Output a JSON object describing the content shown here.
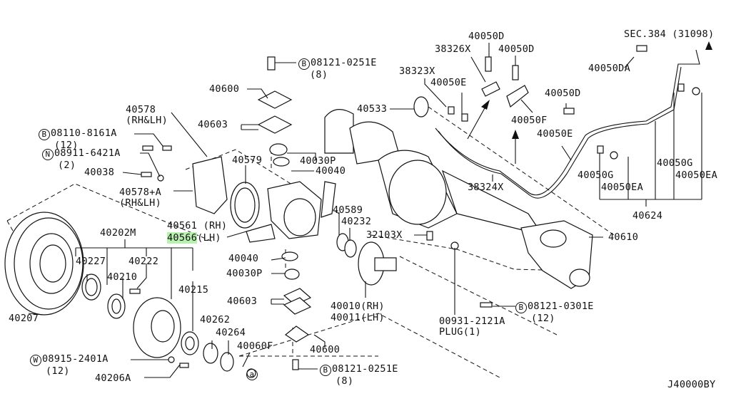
{
  "diagram": {
    "title": "Front Axle Exploded Parts Diagram",
    "diagram_code": "J40000BY",
    "highlight_color": "#b9f0b0",
    "callouts": {
      "p08121_0251E_top": {
        "prefix": "B",
        "part": "08121-0251E",
        "qty": "(8)"
      },
      "p40600_top": {
        "part": "40600"
      },
      "p40578": {
        "part": "40578",
        "note": "(RH&LH)"
      },
      "p40603_top": {
        "part": "40603"
      },
      "p08110_8161A": {
        "prefix": "B",
        "part": "08110-8161A",
        "qty": "(12)"
      },
      "p08911_6421A": {
        "prefix": "N",
        "part": "08911-6421A",
        "qty": "(2)"
      },
      "p40038": {
        "part": "40038"
      },
      "p40579": {
        "part": "40579"
      },
      "p40030P_top": {
        "part": "40030P"
      },
      "p40040_top": {
        "part": "40040"
      },
      "p40578A": {
        "part": "40578+A",
        "note": "(RH&LH)"
      },
      "p40533": {
        "part": "40533"
      },
      "p38323X": {
        "part": "38323X"
      },
      "p40050E_top": {
        "part": "40050E"
      },
      "p38326X": {
        "part": "38326X"
      },
      "p40050D_a": {
        "part": "40050D"
      },
      "p40050D_b": {
        "part": "40050D"
      },
      "p40050F": {
        "part": "40050F"
      },
      "p40050D_c": {
        "part": "40050D"
      },
      "p40050E_right": {
        "part": "40050E"
      },
      "p38324X": {
        "part": "38324X"
      },
      "sec384": {
        "part": "SEC.384 (31098)"
      },
      "p40050DA": {
        "part": "40050DA"
      },
      "p40050G_a": {
        "part": "40050G"
      },
      "p40050EA_a": {
        "part": "40050EA"
      },
      "p40050G_b": {
        "part": "40050G"
      },
      "p40050EA_b": {
        "part": "40050EA"
      },
      "p40624": {
        "part": "40624"
      },
      "p40610": {
        "part": "40610"
      },
      "p40561": {
        "part": "40561",
        "note": "(RH)"
      },
      "p40566": {
        "part": "40566",
        "note": "(LH)"
      },
      "p40589": {
        "part": "40589"
      },
      "p40232": {
        "part": "40232"
      },
      "p32103X": {
        "part": "32103X"
      },
      "p40202M": {
        "part": "40202M"
      },
      "p40227": {
        "part": "40227"
      },
      "p40222": {
        "part": "40222"
      },
      "p40210": {
        "part": "40210"
      },
      "p40215": {
        "part": "40215"
      },
      "p40207": {
        "part": "40207"
      },
      "p40040_mid": {
        "part": "40040"
      },
      "p40030P_mid": {
        "part": "40030P"
      },
      "p40603_mid": {
        "part": "40603"
      },
      "p40010": {
        "part": "40010",
        "note": "(RH)"
      },
      "p40011": {
        "part": "40011",
        "note": "(LH)"
      },
      "p00931": {
        "part": "00931-2121A",
        "note": "PLUG(1)"
      },
      "p08121_0301E": {
        "prefix": "B",
        "part": "08121-0301E",
        "qty": "(12)"
      },
      "p40262": {
        "part": "40262"
      },
      "p40264": {
        "part": "40264"
      },
      "p40060F": {
        "part": "40060F"
      },
      "p08915_2401A": {
        "prefix": "W",
        "part": "08915-2401A",
        "qty": "(12)"
      },
      "p40206A": {
        "part": "40206A"
      },
      "p40600_bot": {
        "part": "40600"
      },
      "p08121_0251E_bot": {
        "prefix": "B",
        "part": "08121-0251E",
        "qty": "(8)"
      },
      "ref_a": {
        "part": "a"
      }
    }
  }
}
